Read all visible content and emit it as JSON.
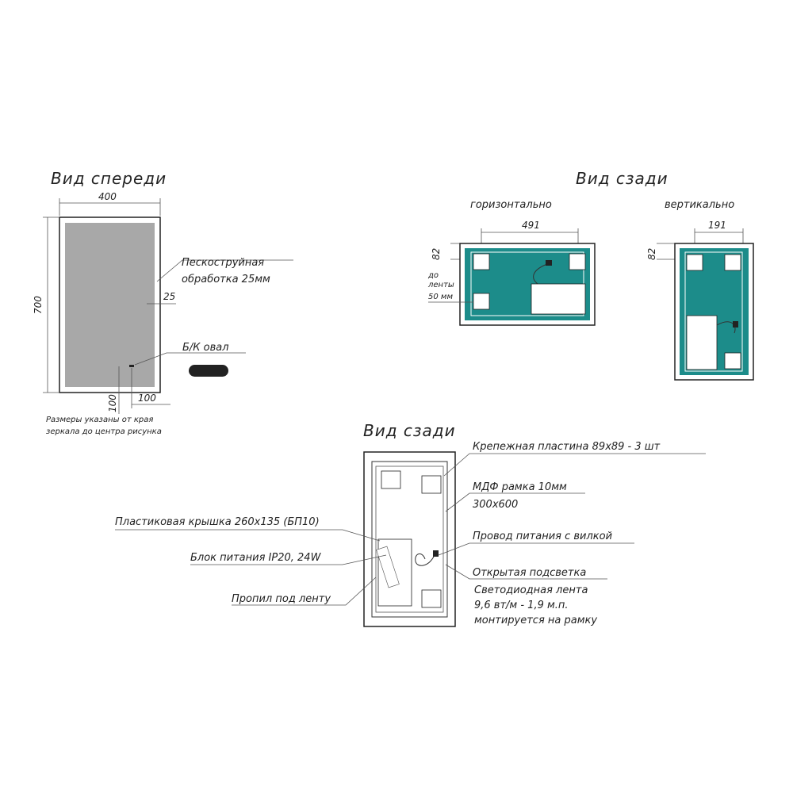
{
  "front": {
    "title": "Вид спереди",
    "width_dim": "400",
    "height_dim": "700",
    "sandblast_label_1": "Пескоструйная",
    "sandblast_label_2": "обработка 25мм",
    "sandblast_dim": "25",
    "sensor_label": "Б/К овал",
    "sensor_offset_bottom": "100",
    "sensor_offset_right": "100",
    "note_1": "Размеры указаны от края",
    "note_2": "зеркала до центра рисунка"
  },
  "back_top": {
    "title": "Вид сзади",
    "horizontal_label": "горизонтально",
    "vertical_label": "вертикально",
    "h_width_dim": "491",
    "h_height_dim": "82",
    "v_width_dim": "191",
    "v_height_dim": "82",
    "tape_note_1": "до",
    "tape_note_2": "ленты",
    "tape_note_3": "50 мм"
  },
  "back_bottom": {
    "title": "Вид сзади",
    "plate_label": "Крепежная пластина 89х89 - 3 шт",
    "mdf_label_1": "МДФ рамка 10мм",
    "mdf_label_2": "300х600",
    "cover_label": "Пластиковая крышка 260х135 (БП10)",
    "cable_label": "Провод питания с вилкой",
    "psu_label": "Блок питания IP20, 24W",
    "led_label": "Открытая подсветка",
    "cut_label": "Пропил под ленту",
    "strip_label_1": "Светодиодная лента",
    "strip_label_2": "9,6 вт/м - 1,9 м.п.",
    "strip_label_3": "монтируется на рамку"
  },
  "colors": {
    "teal": "#1c8c8a",
    "glass": "#a8a8a8",
    "line": "#333333"
  }
}
